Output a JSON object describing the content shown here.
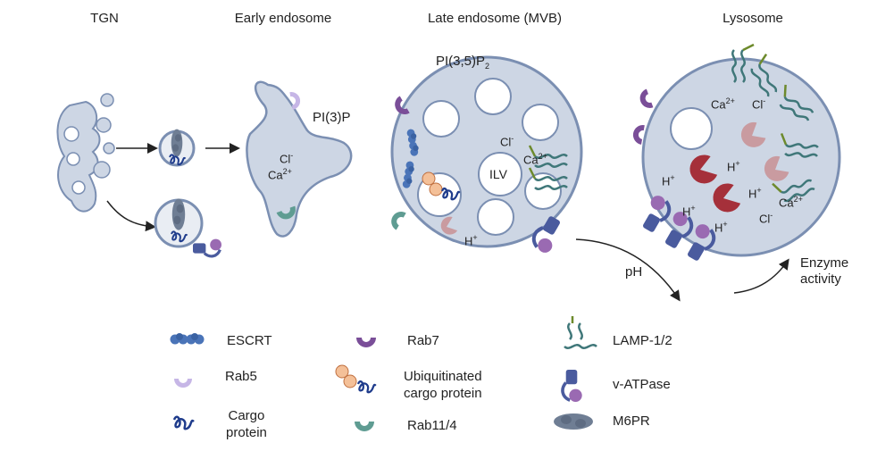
{
  "stages": {
    "tgn": "TGN",
    "early": "Early endosome",
    "late": "Late endosome (MVB)",
    "lysosome": "Lysosome"
  },
  "early_labels": {
    "pi3p": "PI(3)P",
    "cl": "Cl",
    "cl_sup": "-",
    "ca": "Ca",
    "ca_sup": "2+"
  },
  "late_labels": {
    "pi35p2": "PI(3,5)P",
    "pi35p2_sub": "2",
    "ilv": "ILV",
    "cl": "Cl",
    "cl_sup": "-",
    "ca": "Ca",
    "ca_sup": "2+",
    "h": "H",
    "h_sup": "+"
  },
  "lyso_labels": {
    "ca": "Ca",
    "ca_sup": "2+",
    "cl": "Cl",
    "cl_sup": "-",
    "h": "H",
    "h_sup": "+"
  },
  "arrows": {
    "ph": "pH",
    "enzyme_line1": "Enzyme",
    "enzyme_line2": "activity"
  },
  "legend": {
    "escrt": "ESCRT",
    "rab5": "Rab5",
    "cargo_line1": "Cargo",
    "cargo_line2": "protein",
    "rab7": "Rab7",
    "ubq_line1": "Ubiquitinated",
    "ubq_line2": "cargo protein",
    "rab114": "Rab11/4",
    "lamp": "LAMP-1/2",
    "vatpase": "v-ATPase",
    "m6pr": "M6PR"
  },
  "colors": {
    "membrane": "#7b8fb2",
    "lumen": "#cdd6e4",
    "white": "#ffffff",
    "escrt": "#4a74b8",
    "rab5": "#c6b6e6",
    "rab7": "#7a4e98",
    "rab114": "#5f9c92",
    "lamp": "#3f7779",
    "lamp_tip": "#6d8a2c",
    "vatpase": "#4a5b9e",
    "vatpase_head": "#9a6ab2",
    "m6pr": "#6f7e94",
    "cargo": "#1f3c8c",
    "ubiquitin": "#f4c098",
    "enzyme_dark": "#a5303a",
    "enzyme_light": "#c99ba0",
    "arrow": "#222222"
  }
}
